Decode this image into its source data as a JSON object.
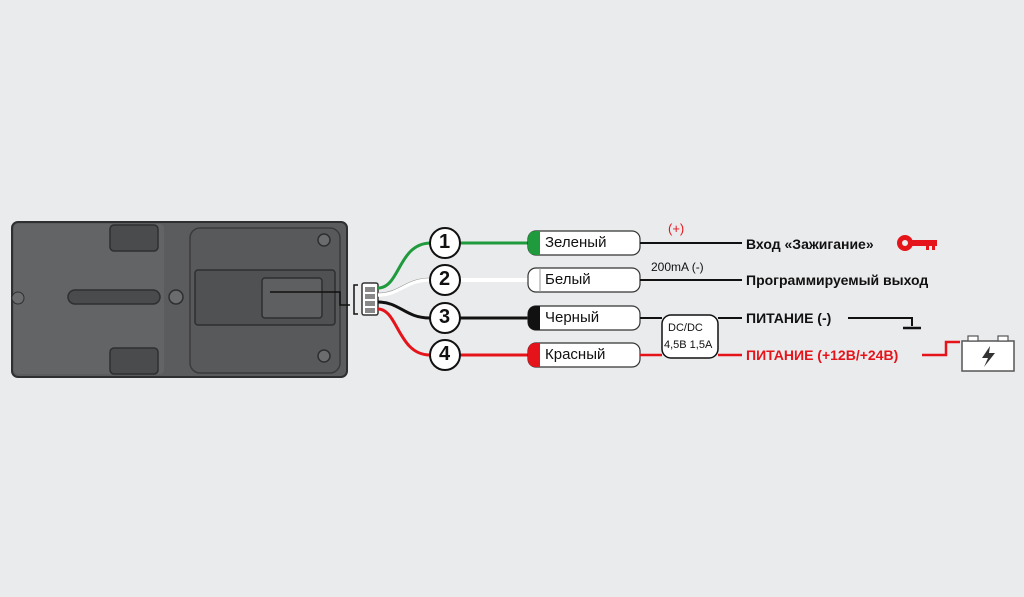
{
  "colors": {
    "background": "#eaebed",
    "device_body": "#5a5b5d",
    "device_dark": "#3e3f41",
    "wire_green": "#1f9a3c",
    "wire_white": "#ffffff",
    "wire_black": "#111111",
    "wire_red": "#e5141b",
    "key_red": "#e5141b"
  },
  "wires": [
    {
      "number": "1",
      "color_name": "Зеленый",
      "destination": "Вход «Зажигание»",
      "note": "(+)"
    },
    {
      "number": "2",
      "color_name": "Белый",
      "destination": "Программируемый выход",
      "note": "200mA (-)"
    },
    {
      "number": "3",
      "color_name": "Черный",
      "destination": "ПИТАНИЕ (-)",
      "note": ""
    },
    {
      "number": "4",
      "color_name": "Красный",
      "destination": "ПИТАНИЕ (+12В/+24В)",
      "note": ""
    }
  ],
  "converter": {
    "line1": "DC/DC",
    "line2": "4,5В 1,5А"
  },
  "icons": {
    "ignition": "key-icon",
    "battery": "battery-icon",
    "ground": "ground-symbol-icon",
    "lightning": "lightning-icon"
  }
}
